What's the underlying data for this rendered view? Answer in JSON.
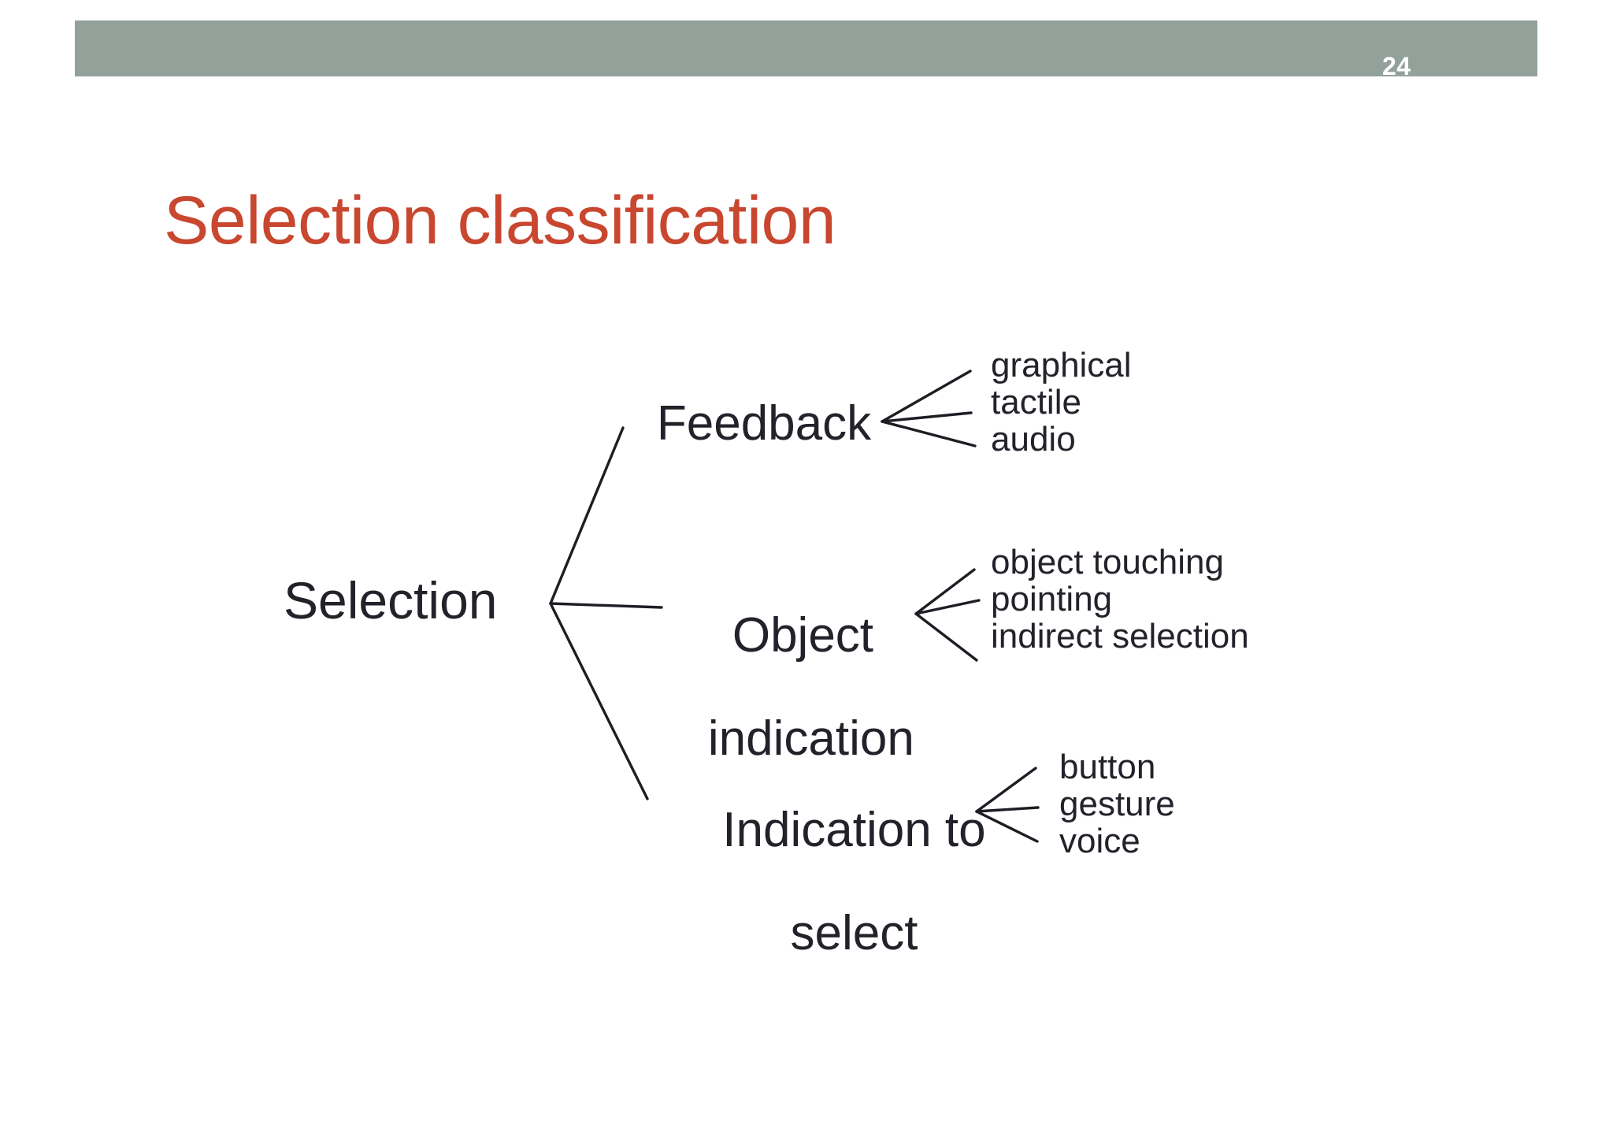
{
  "slide": {
    "page_number": "24",
    "title": "Selection classification",
    "colors": {
      "header_band": "#92a29b",
      "title": "#c9462f",
      "diagram_text": "#22222a",
      "diagram_line": "#1d1d24",
      "background": "#ffffff"
    }
  },
  "diagram": {
    "type": "tree",
    "root": "Selection",
    "branches": [
      {
        "label": "Feedback",
        "leaves": [
          "graphical",
          "tactile",
          "audio"
        ]
      },
      {
        "label": "Object\nindication",
        "line1": "Object",
        "line2": "indication",
        "leaves": [
          "object touching",
          "pointing",
          "indirect selection"
        ]
      },
      {
        "label": "Indication to\nselect",
        "line1": "Indication to",
        "line2": "select",
        "leaves": [
          "button",
          "gesture",
          "voice"
        ]
      }
    ]
  }
}
